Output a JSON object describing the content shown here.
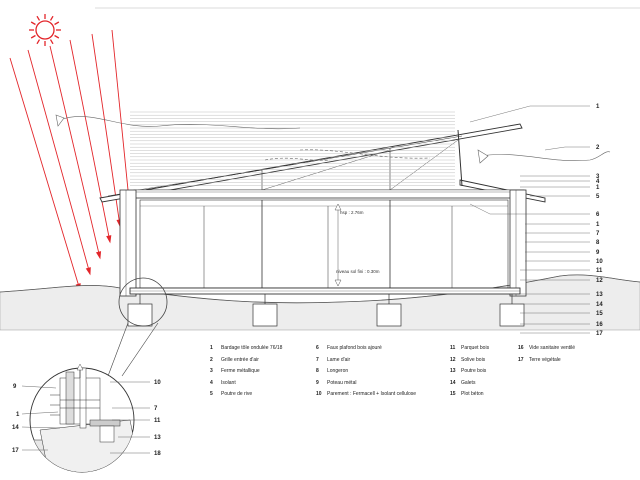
{
  "callouts": {
    "right": [
      "1",
      "2",
      "3",
      "4",
      "1",
      "5",
      "6",
      "1",
      "7",
      "8",
      "9",
      "10",
      "11",
      "12",
      "13",
      "14",
      "15",
      "16",
      "17"
    ],
    "detail_left": [
      "9",
      "1",
      "14",
      "17"
    ],
    "detail_right": [
      "10",
      "7",
      "11",
      "13",
      "18"
    ]
  },
  "dimensions": {
    "ceiling": "hsp : 2.76m",
    "floor": "niveau sol fini : 0.30m"
  },
  "legend": [
    {
      "n": "1",
      "t": "Bardage tôle ondulée 76/18"
    },
    {
      "n": "2",
      "t": "Grille entrée d'air"
    },
    {
      "n": "3",
      "t": "Ferme métallique"
    },
    {
      "n": "4",
      "t": "Isolant"
    },
    {
      "n": "5",
      "t": "Poutre de rive"
    },
    {
      "n": "6",
      "t": "Faux plafond bois ajouré"
    },
    {
      "n": "7",
      "t": "Lame d'air"
    },
    {
      "n": "8",
      "t": "Longeron"
    },
    {
      "n": "9",
      "t": "Poteau métal"
    },
    {
      "n": "10",
      "t": "Parement : Fermacell + Isolant cellulose"
    },
    {
      "n": "11",
      "t": "Parquet bois"
    },
    {
      "n": "12",
      "t": "Solive bois"
    },
    {
      "n": "13",
      "t": "Poutre bois"
    },
    {
      "n": "14",
      "t": "Galets"
    },
    {
      "n": "15",
      "t": "Plot béton"
    },
    {
      "n": "16",
      "t": "Vide sanitaire ventilé"
    },
    {
      "n": "17",
      "t": "Terre végétale"
    }
  ],
  "colors": {
    "sun": "#e3262b",
    "line": "#333333",
    "ground": "#ededed",
    "accent": "#bfbfbf"
  }
}
